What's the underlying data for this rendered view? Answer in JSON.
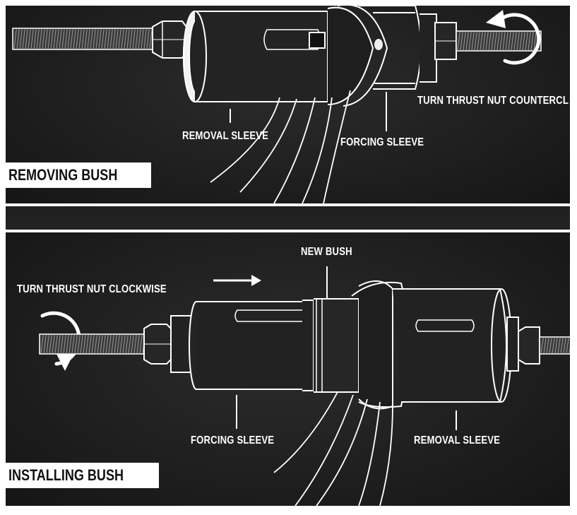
{
  "top_panel": {
    "title": "REMOVING BUSH",
    "labels": {
      "removal_sleeve": "REMOVAL SLEEVE",
      "forcing_sleeve": "FORCING SLEEVE",
      "turn_instruction": "TURN THRUST NUT COUNTERCL"
    },
    "icons": [
      "threaded-rod",
      "hex-nut",
      "removal-sleeve",
      "forcing-sleeve",
      "arm-outline",
      "counterclockwise-arrow-icon"
    ]
  },
  "bottom_panel": {
    "title": "INSTALLING BUSH",
    "labels": {
      "new_bush": "NEW BUSH",
      "turn_instruction": "TURN THRUST NUT CLOCKWISE",
      "forcing_sleeve": "FORCING SLEEVE",
      "removal_sleeve": "REMOVAL SLEEVE"
    },
    "icons": [
      "clockwise-arrow-icon",
      "right-arrow-icon",
      "threaded-rod",
      "hex-nut",
      "forcing-sleeve",
      "new-bush",
      "removal-sleeve",
      "arm-outline"
    ]
  },
  "colors": {
    "background": "#1c1c1c",
    "line": "#ffffff",
    "badge_bg": "#ffffff",
    "badge_text": "#111111"
  }
}
